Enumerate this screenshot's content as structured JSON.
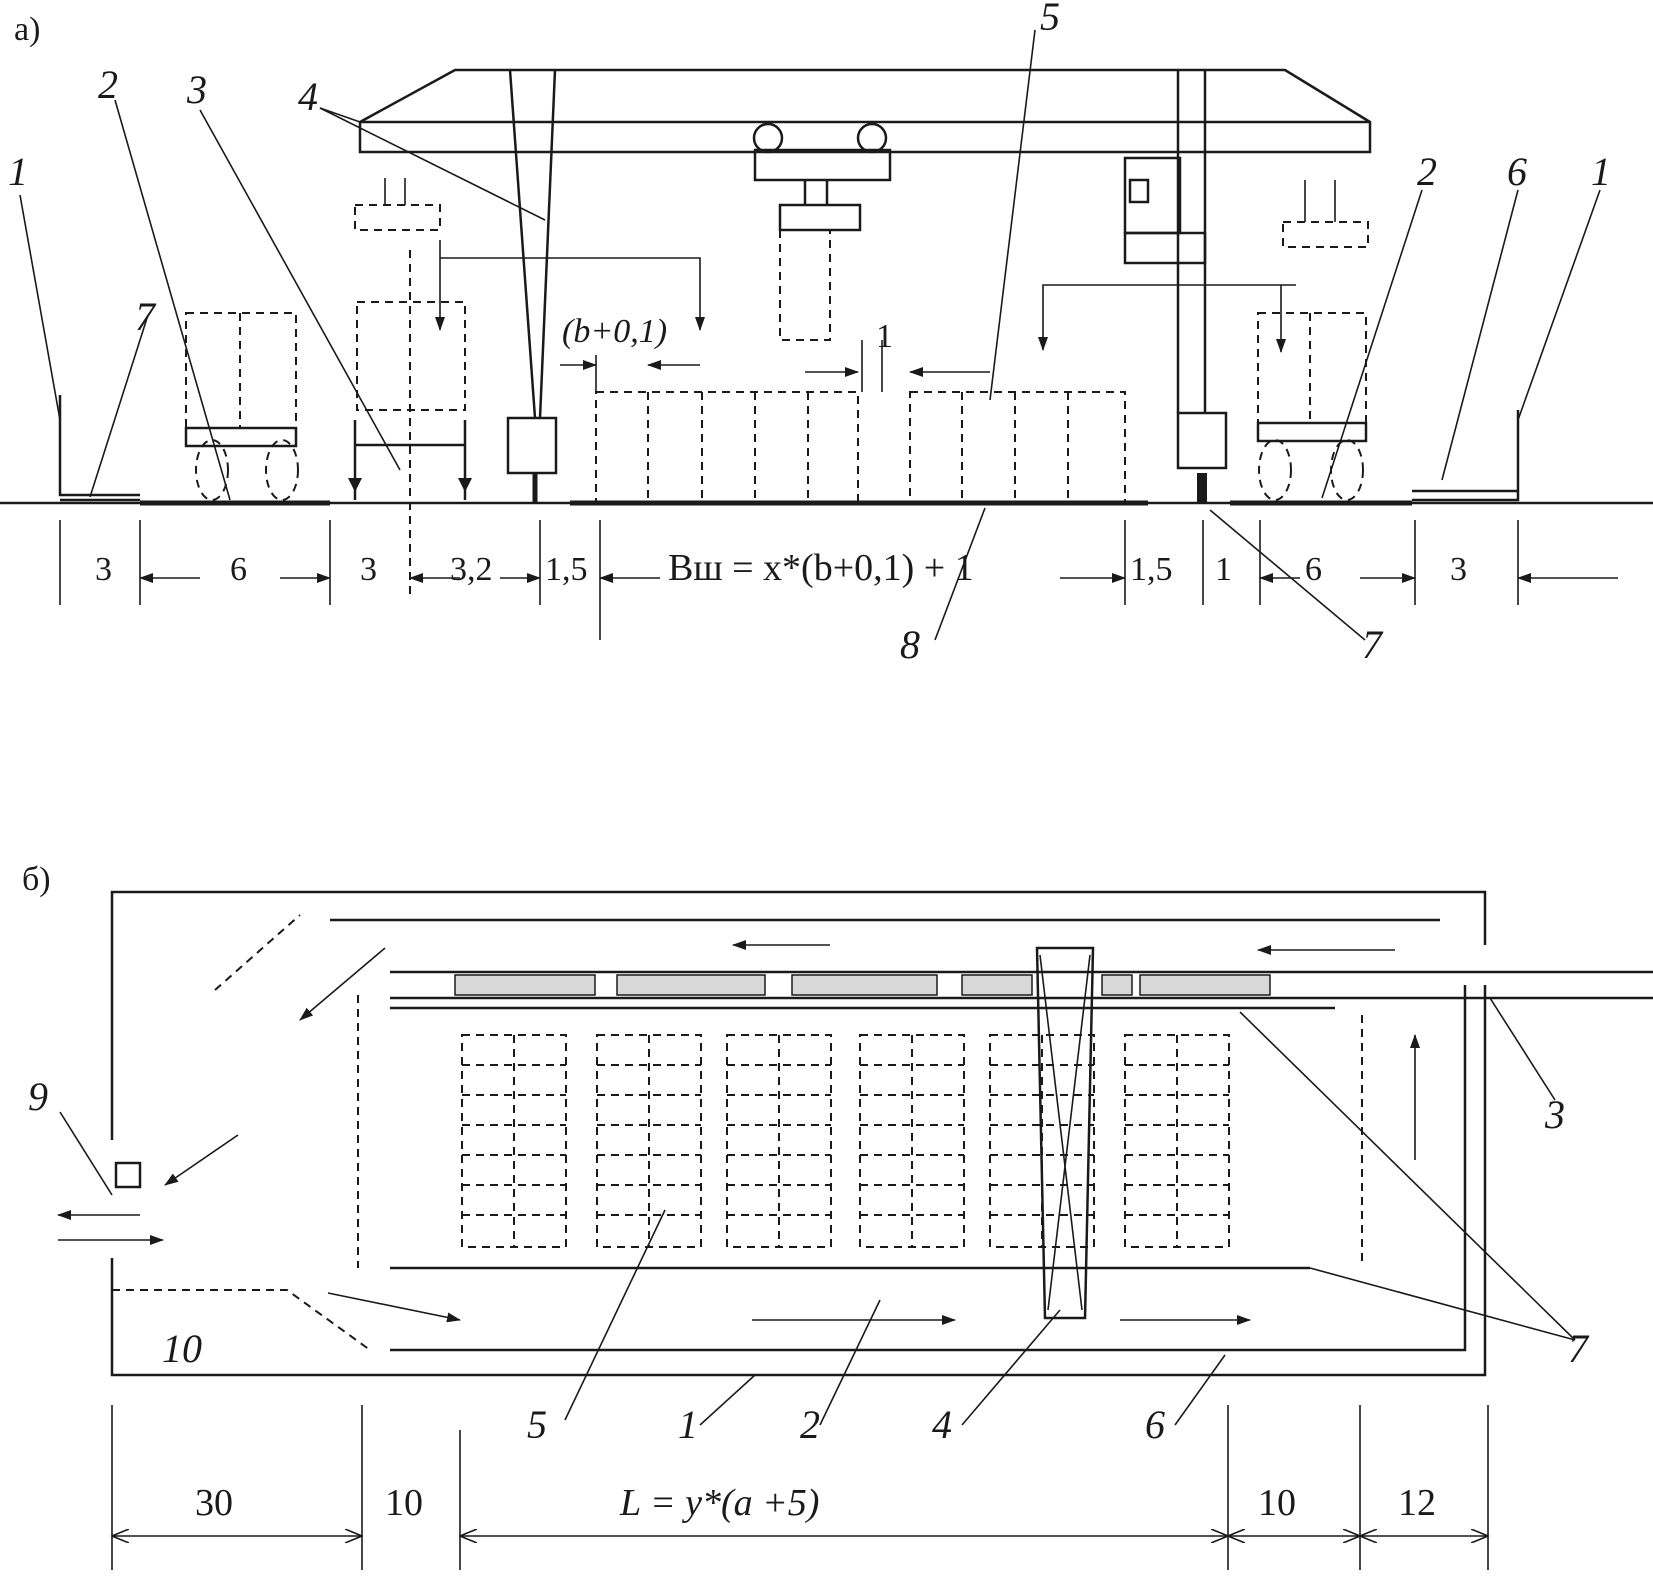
{
  "panel_a": {
    "label": "а)",
    "callouts": [
      "1",
      "2",
      "3",
      "4",
      "5",
      "2",
      "6",
      "1",
      "7",
      "8",
      "7"
    ],
    "gap_label": "(b+0,1)",
    "gap_small": "1",
    "dimensions": [
      "3",
      "6",
      "3",
      "3,2",
      "1,5",
      "1,5",
      "1",
      "6",
      "3"
    ],
    "formula": "Bш = x*(b+0,1) + 1"
  },
  "panel_b": {
    "label": "б)",
    "callouts": [
      "9",
      "10",
      "3",
      "7",
      "5",
      "1",
      "2",
      "4",
      "6"
    ],
    "dimensions": [
      "30",
      "10",
      "10",
      "12"
    ],
    "formula": "L = y*(a +5)"
  }
}
